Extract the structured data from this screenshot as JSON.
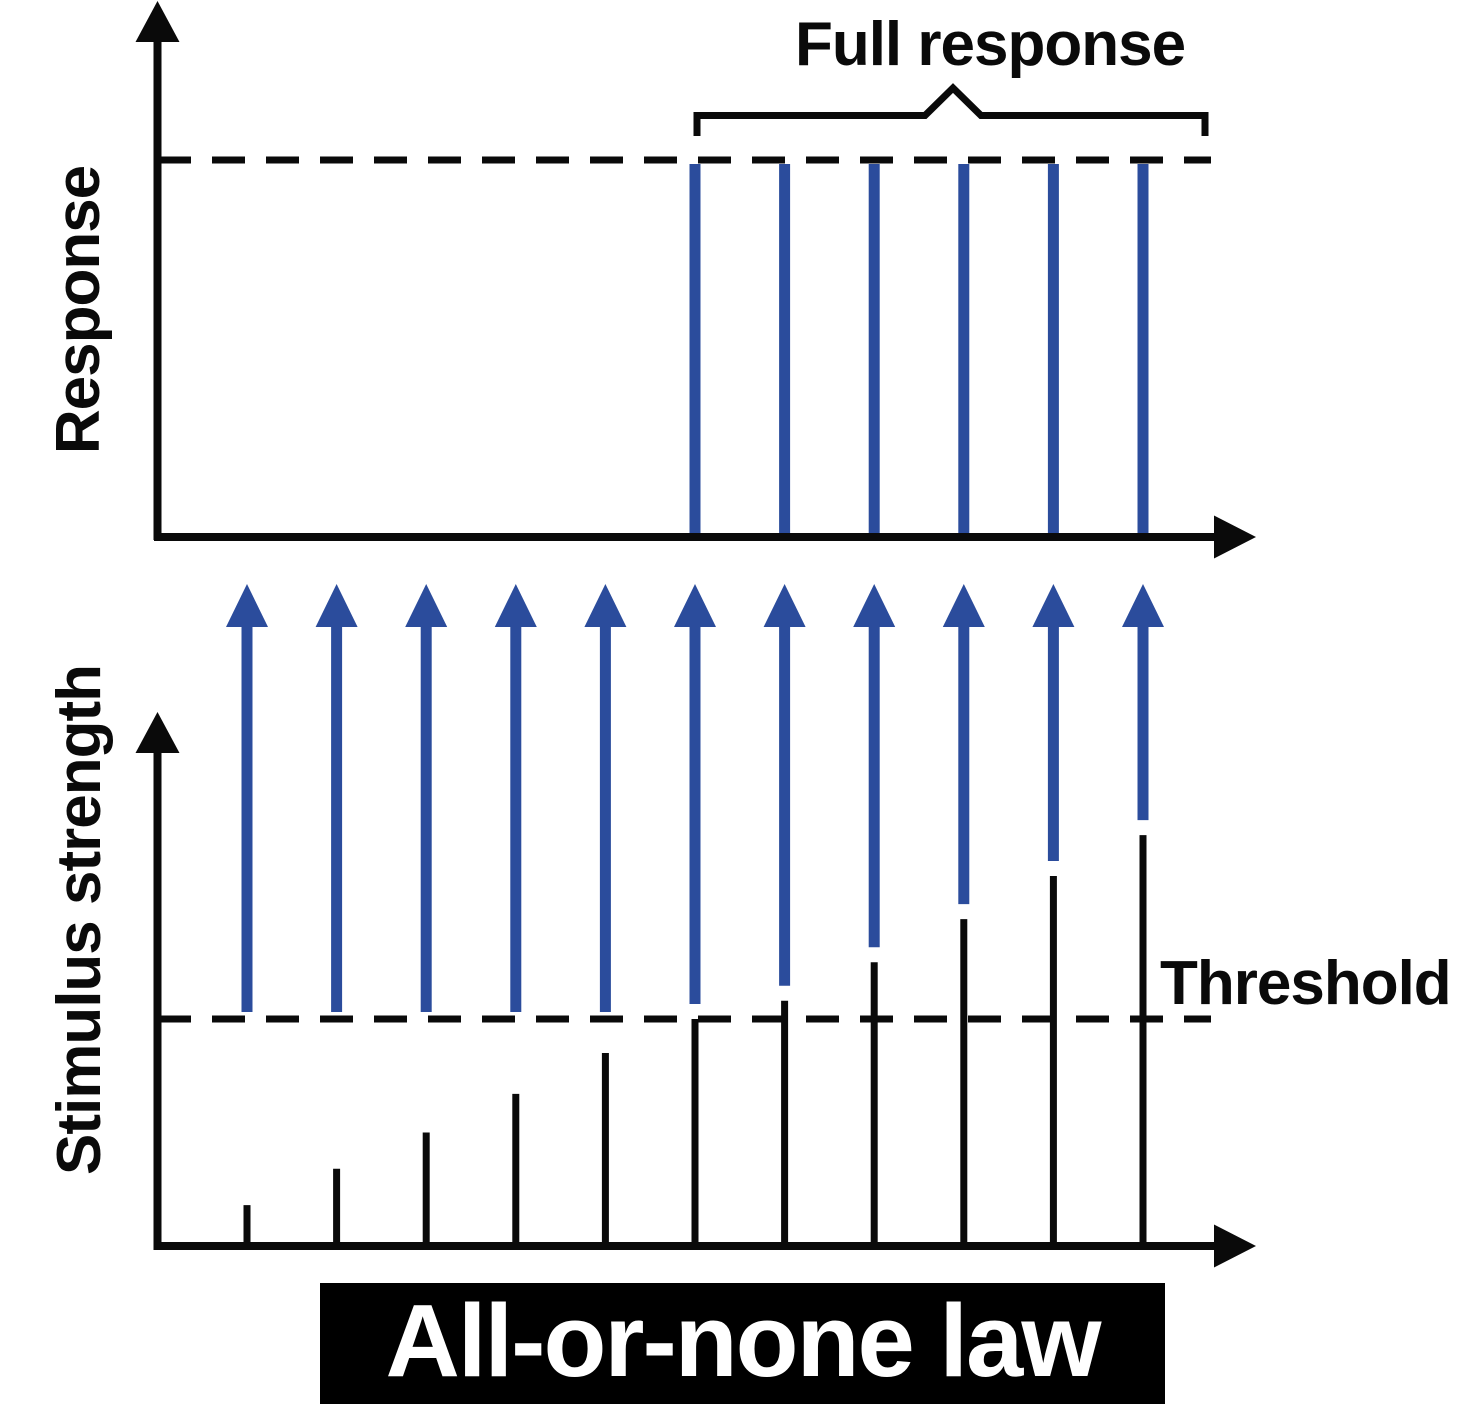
{
  "title": {
    "text": "All-or-none law",
    "bg_color": "#000000",
    "text_color": "#ffffff"
  },
  "colors": {
    "black": "#0a0a0a",
    "blue": "#2b4c9c",
    "background": "#ffffff"
  },
  "chart_data": [
    {
      "type": "stem",
      "id": "response-chart",
      "ylabel": "Response",
      "xlabel": "",
      "annotation": "Full response",
      "annotation_span_stimuli": [
        6,
        11
      ],
      "x": [
        1,
        2,
        3,
        4,
        5,
        6,
        7,
        8,
        9,
        10,
        11
      ],
      "values": [
        0,
        0,
        0,
        0,
        0,
        1,
        1,
        1,
        1,
        1,
        1
      ],
      "full_response_level": 1,
      "reference_line": "dashed at full response level",
      "series_color": "#2b4c9c",
      "ylim": [
        0,
        1.45
      ],
      "grid": false
    },
    {
      "type": "stem",
      "id": "stimulus-strength-chart",
      "ylabel": "Stimulus strength",
      "xlabel": "",
      "threshold": 1.0,
      "threshold_label": "Threshold",
      "reference_line": "dashed at threshold",
      "x": [
        1,
        2,
        3,
        4,
        5,
        6,
        7,
        8,
        9,
        10,
        11
      ],
      "values": [
        0.18,
        0.34,
        0.5,
        0.67,
        0.85,
        1.0,
        1.08,
        1.25,
        1.44,
        1.63,
        1.81
      ],
      "suprathreshold_marker": "blue upward arrow",
      "stem_color": "#0a0a0a",
      "arrow_color": "#2b4c9c",
      "ylim": [
        0,
        2.15
      ],
      "grid": false
    }
  ]
}
